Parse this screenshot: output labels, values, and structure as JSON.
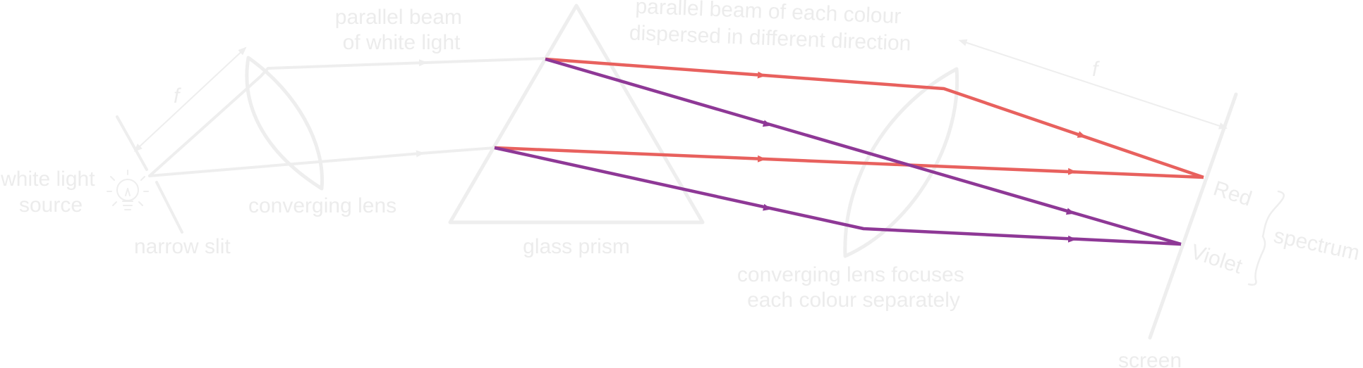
{
  "labels": {
    "white_light_line1": "white light",
    "white_light_line2": "source",
    "narrow_slit": "narrow slit",
    "converging_lens": "converging lens",
    "parallel_beam_line1": "parallel beam",
    "parallel_beam_line2": "of white light",
    "glass_prism": "glass prism",
    "dispersed_line1": "parallel beam of each colour",
    "dispersed_line2": "dispersed in different direction",
    "focus_line1": "converging lens focuses",
    "focus_line2": "each colour separately",
    "focal_length_1": "f",
    "focal_length_2": "f",
    "red": "Red",
    "violet": "Violet",
    "spectrum": "spectrum",
    "screen": "screen"
  },
  "colors": {
    "red_ray": "#e8615e",
    "violet_ray": "#8e3896",
    "faded": "#eeeeee"
  },
  "icons": {
    "light_source": "lightbulb-icon"
  }
}
